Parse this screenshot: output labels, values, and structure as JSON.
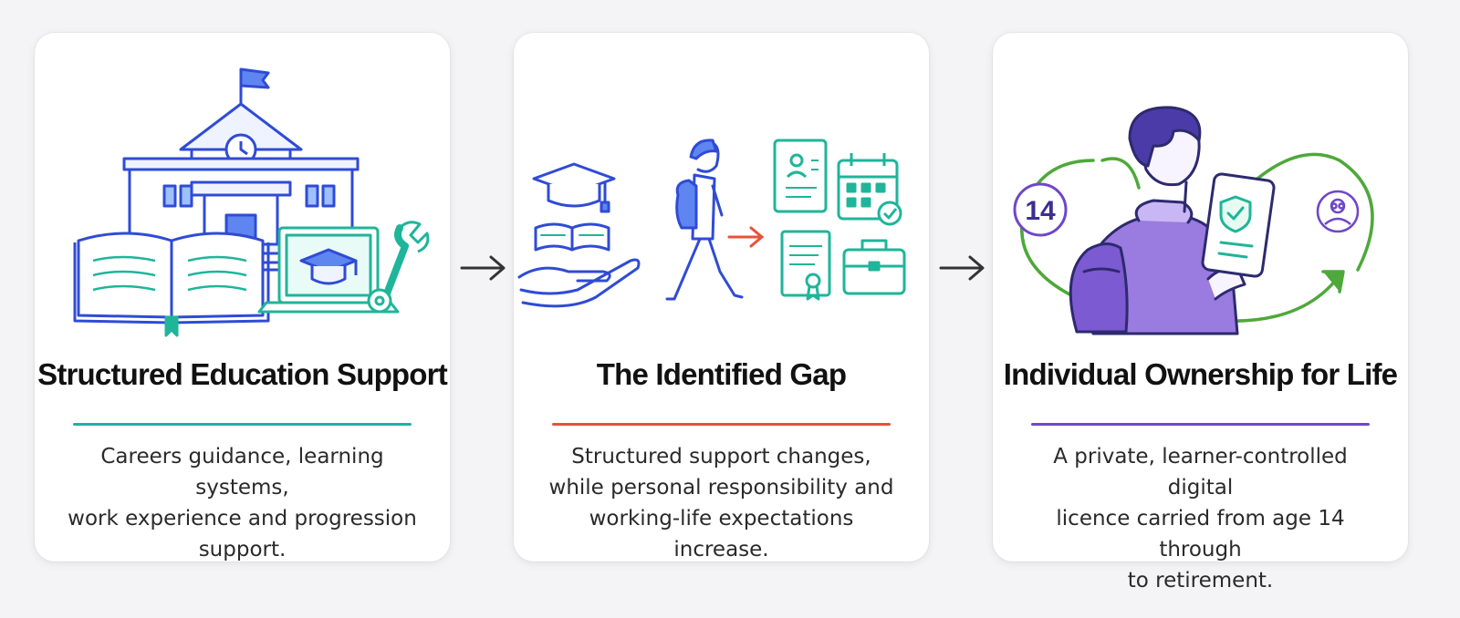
{
  "colors": {
    "blue": "#2f4bd6",
    "teal": "#1fb59a",
    "red": "#e8513b",
    "purple": "#6f47c9",
    "green": "#4ea83a",
    "arrow": "#333333"
  },
  "cards": [
    {
      "title": "Structured Education Support",
      "lines": [
        "Careers guidance, learning systems,",
        "work experience and progression",
        "support."
      ],
      "rule_color": "#1fb0a6",
      "icons": [
        "school-building-icon",
        "open-book-icon",
        "laptop-graduation-icon",
        "wrench-icon"
      ]
    },
    {
      "title": "The Identified Gap",
      "lines": [
        "Structured support changes,",
        "while personal responsibility and",
        "working-life expectations increase."
      ],
      "rule_color": "#e8513b",
      "icons": [
        "graduation-hand-icon",
        "walking-student-icon",
        "right-arrow-icon",
        "id-document-icon",
        "calendar-icon",
        "certificate-icon",
        "briefcase-icon"
      ]
    },
    {
      "title": "Individual Ownership for Life",
      "lines": [
        "A private, learner-controlled digital",
        "licence carried from age 14 through",
        "to retirement."
      ],
      "rule_color": "#6f47c9",
      "age_badge": "14",
      "icons": [
        "learner-with-backpack-icon",
        "digital-licence-shield-icon",
        "elderly-person-icon",
        "lifecycle-arrow-icon"
      ]
    }
  ]
}
